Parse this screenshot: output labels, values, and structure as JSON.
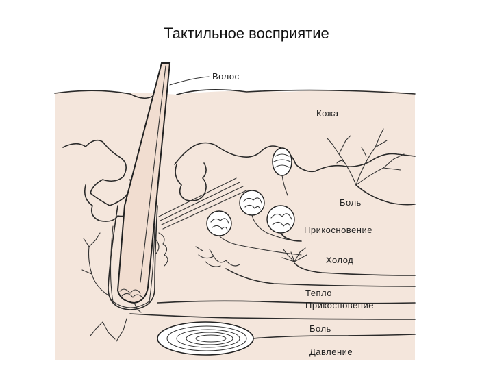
{
  "title": "Тактильное восприятие",
  "colors": {
    "skin": "#f4e6dc",
    "ink": "#2a2a2a",
    "background": "#ffffff"
  },
  "labels": {
    "hair": "Волос",
    "skin": "Кожа",
    "pain_1": "Боль",
    "touch_1": "Прикосновение",
    "cold": "Холод",
    "warmth": "Тепло",
    "touch_2": "Прикосновение",
    "pain_2": "Боль",
    "pressure": "Давление"
  }
}
